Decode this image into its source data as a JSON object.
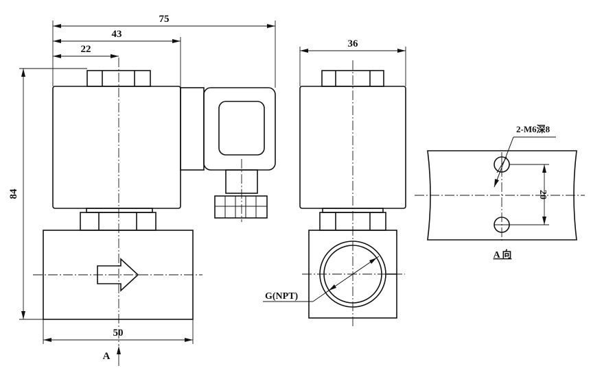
{
  "dimensions": {
    "overall_length": "75",
    "coil_plus_connector": "43",
    "coil_center": "22",
    "height": "84",
    "body_length": "50",
    "side_width": "36",
    "hole_spacing": "20"
  },
  "labels": {
    "port_thread": "G(NPT)",
    "mount_holes": "2-M6深8",
    "view_arrow": "A",
    "view_caption": "A 向"
  },
  "colors": {
    "line": "#111111",
    "background": "#ffffff"
  }
}
